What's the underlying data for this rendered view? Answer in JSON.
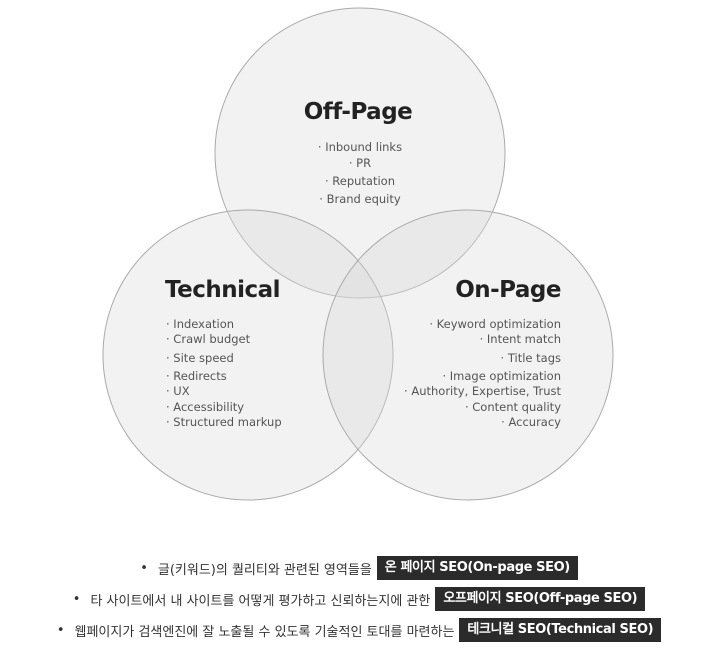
{
  "diagram": {
    "circles": [
      {
        "id": "off-page",
        "title": "Off-Page",
        "items": [
          "· Inbound links",
          "· PR",
          "· Reputation",
          "· Brand equity"
        ]
      },
      {
        "id": "technical",
        "title": "Technical",
        "items": [
          "· Indexation",
          "· Crawl budget",
          "· Site speed",
          "· Redirects",
          "· UX",
          "· Accessibility",
          "· Structured markup"
        ]
      },
      {
        "id": "on-page",
        "title": "On-Page",
        "items": [
          "· Keyword optimization",
          "· Intent match",
          "· Title tags",
          "· Image optimization",
          "· Authority, Expertise, Trust",
          "· Content quality",
          "· Accuracy"
        ]
      }
    ]
  },
  "notes": [
    {
      "text": "글(키워드)의 퀄리티와 관련된 영역들을",
      "tag": "온 페이지 SEO(On-page SEO)"
    },
    {
      "text": "타 사이트에서 내 사이트를 어떻게 평가하고 신뢰하는지에 관한",
      "tag": "오프페이지 SEO(Off-page SEO)"
    },
    {
      "text": "웹페이지가 검색엔진에 잘 노출될 수 있도록 기술적인 토대를 마련하는",
      "tag": "테크니컬 SEO(Technical SEO)"
    }
  ],
  "colors": {
    "circle_fill": "#d9d9d9",
    "circle_stroke": "#aaaaaa",
    "tag_bg": "#2b2b2b"
  }
}
